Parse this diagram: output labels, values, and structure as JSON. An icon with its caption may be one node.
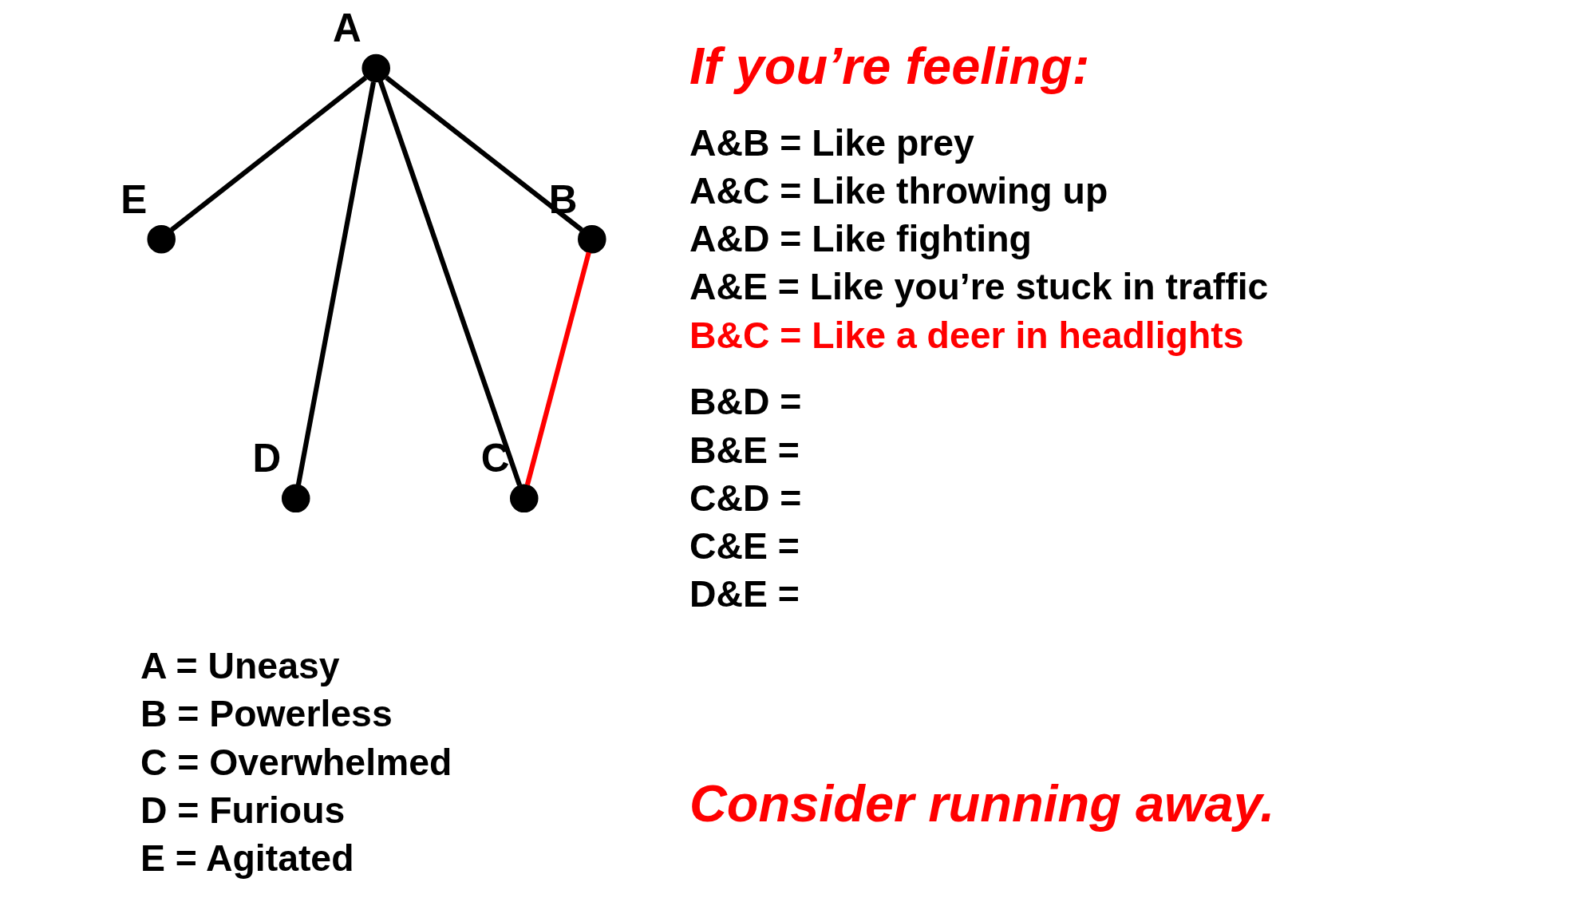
{
  "diagram": {
    "nodes": [
      {
        "text": [],
        "shape": "circle",
        "beside": [
          "A"
        ]
      },
      {
        "text": [],
        "shape": "circle",
        "beside": [
          "B"
        ]
      },
      {
        "text": [],
        "shape": "circle",
        "beside": [
          "C"
        ]
      },
      {
        "text": [],
        "shape": "circle",
        "beside": [
          "D"
        ]
      },
      {
        "text": [],
        "shape": "circle",
        "beside": [
          "E"
        ]
      }
    ],
    "edges": [
      {
        "from": 0,
        "to": 4,
        "arrow": "none"
      },
      {
        "from": 0,
        "to": 3,
        "arrow": "none"
      },
      {
        "from": 0,
        "to": 2,
        "arrow": "none"
      },
      {
        "from": 0,
        "to": 1,
        "arrow": "none"
      },
      {
        "from": 1,
        "to": 2,
        "arrow": "none",
        "color": "#ff0000"
      }
    ],
    "labels": [
      "A = Uneasy",
      "B = Powerless",
      "C = Overwhelmed",
      "D = Furious",
      "E = Agitated",
      "If you’re feeling:",
      "A&B = Like prey",
      "A&C = Like throwing up",
      "A&D = Like fighting",
      "A&E = Like you’re stuck in traffic",
      "B&C = Like a deer in headlights",
      "B&D =",
      "B&E =",
      "C&D =",
      "C&E =",
      "D&E =",
      "Consider running away."
    ]
  }
}
